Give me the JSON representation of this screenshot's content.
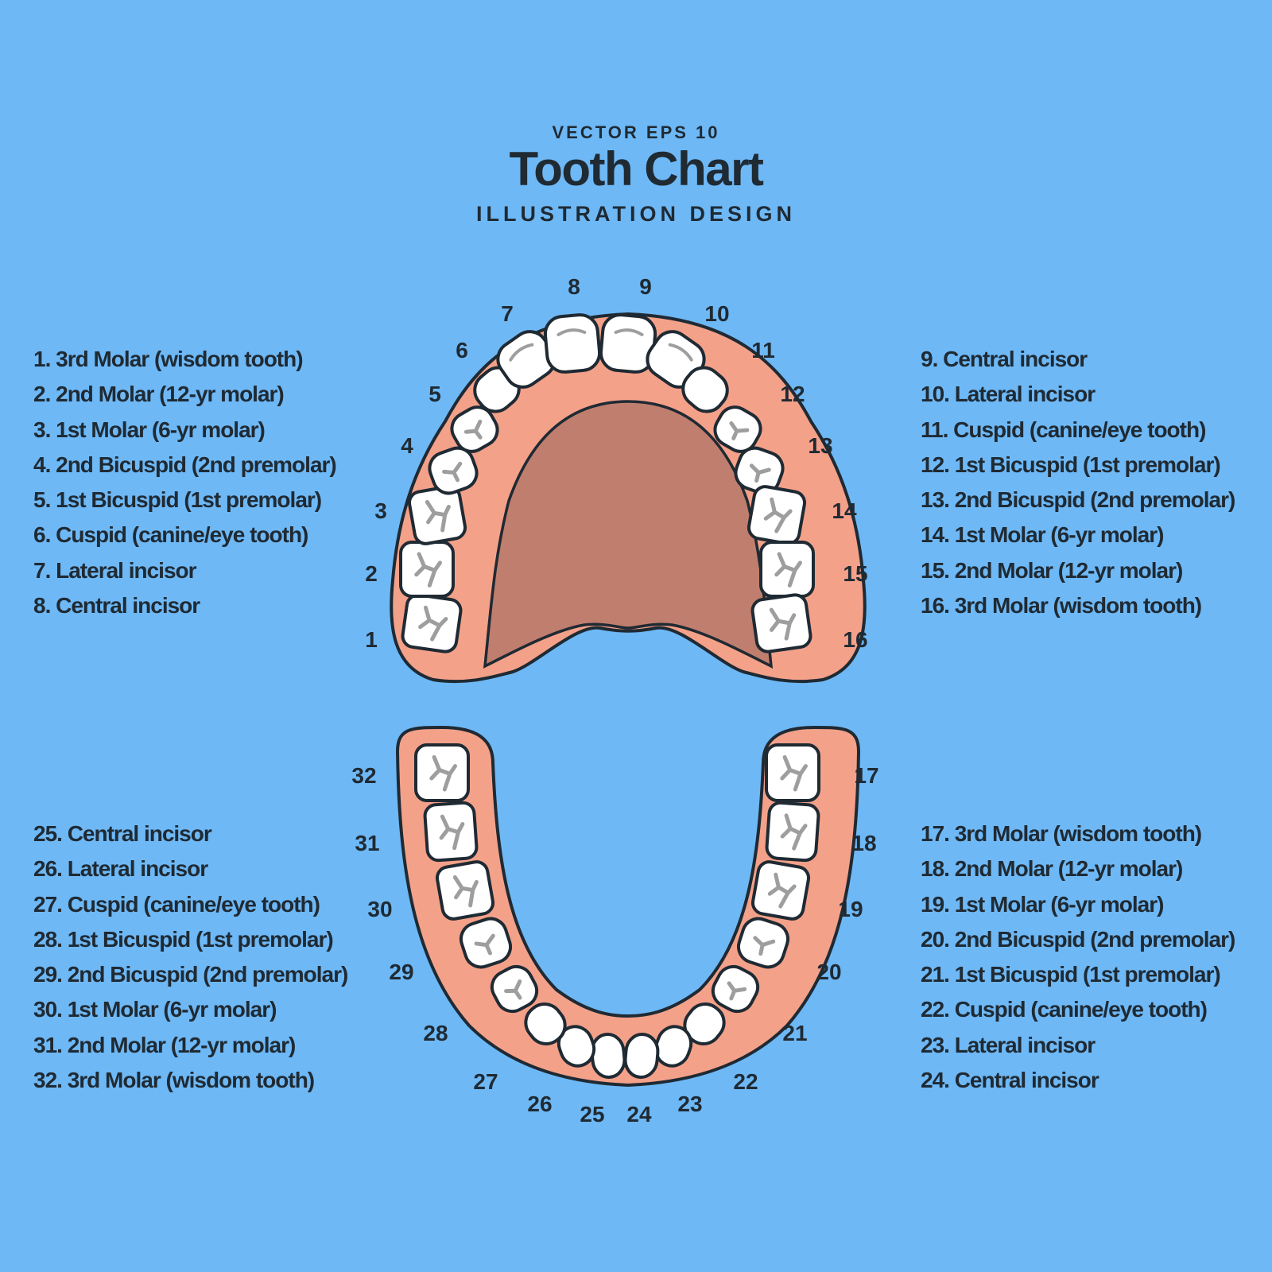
{
  "header": {
    "kicker": "VECTOR EPS 10",
    "title": "Tooth Chart",
    "subtitle": "ILLUSTRATION DESIGN"
  },
  "colors": {
    "background": "#6eb8f6",
    "gum": "#f4a18a",
    "palate": "#c07e6e",
    "tooth": "#ffffff",
    "fissure": "#9e9e9e",
    "outline": "#1f2a33"
  },
  "legends": {
    "upper_left": [
      "1. 3rd Molar (wisdom tooth)",
      "2. 2nd Molar (12-yr molar)",
      "3. 1st Molar (6-yr molar)",
      "4. 2nd Bicuspid (2nd premolar)",
      "5. 1st Bicuspid (1st premolar)",
      "6. Cuspid (canine/eye tooth)",
      "7. Lateral incisor",
      "8. Central incisor"
    ],
    "upper_right": [
      "9. Central incisor",
      "10. Lateral incisor",
      "11. Cuspid (canine/eye tooth)",
      "12. 1st Bicuspid (1st premolar)",
      "13. 2nd Bicuspid (2nd premolar)",
      "14. 1st Molar (6-yr molar)",
      "15. 2nd Molar (12-yr molar)",
      "16. 3rd Molar (wisdom tooth)"
    ],
    "lower_left": [
      "25. Central incisor",
      "26. Lateral incisor",
      "27. Cuspid (canine/eye tooth)",
      "28. 1st Bicuspid (1st premolar)",
      "29. 2nd Bicuspid (2nd premolar)",
      "30. 1st Molar (6-yr molar)",
      "31. 2nd Molar (12-yr molar)",
      "32. 3rd Molar (wisdom tooth)"
    ],
    "lower_right": [
      "17. 3rd Molar (wisdom tooth)",
      "18. 2nd Molar (12-yr molar)",
      "19. 1st Molar (6-yr molar)",
      "20. 2nd Bicuspid (2nd premolar)",
      "21. 1st Bicuspid (1st premolar)",
      "22. Cuspid (canine/eye tooth)",
      "23. Lateral incisor",
      "24. Central incisor"
    ]
  },
  "upper_arch": {
    "tooth_numbers": [
      "1",
      "2",
      "3",
      "4",
      "5",
      "6",
      "7",
      "8",
      "9",
      "10",
      "11",
      "12",
      "13",
      "14",
      "15",
      "16"
    ]
  },
  "lower_arch": {
    "tooth_numbers": [
      "17",
      "18",
      "19",
      "20",
      "21",
      "22",
      "23",
      "24",
      "25",
      "26",
      "27",
      "28",
      "29",
      "30",
      "31",
      "32"
    ]
  }
}
